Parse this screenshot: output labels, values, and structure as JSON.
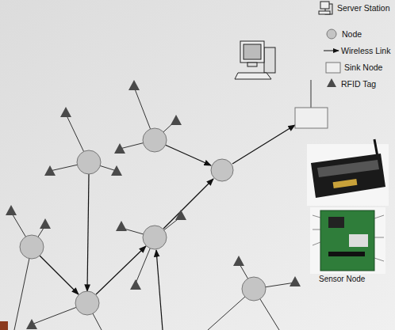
{
  "diagram": {
    "labels": [
      "Sensor Node"
    ],
    "legend": [
      {
        "text": "Server Station"
      },
      {
        "text": "Node"
      },
      {
        "text": "Wireless Link"
      },
      {
        "text": "Sink Node"
      },
      {
        "text": "RFID Tag"
      }
    ]
  }
}
